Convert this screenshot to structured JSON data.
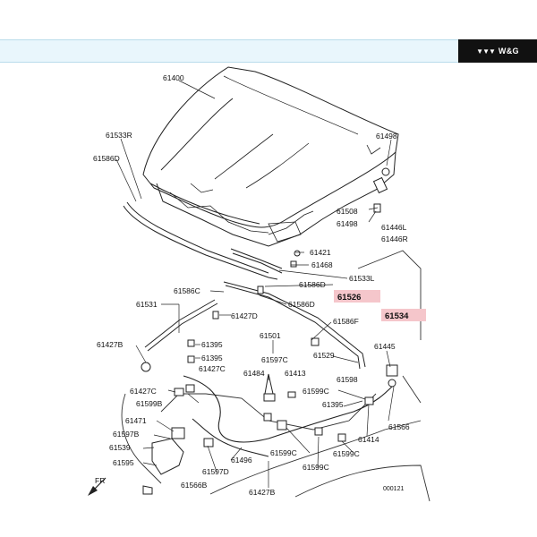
{
  "header": {
    "brand_name": "W&G",
    "brand_mark_icon": "triple-chevron-logo"
  },
  "diagram": {
    "callouts": {
      "hood": "61400",
      "c61533R": "61533R",
      "c61586D_left": "61586D",
      "c61498_top": "61498",
      "c61508": "61508",
      "c61498_low": "61498",
      "c61446L": "61446L",
      "c61446R": "61446R",
      "c61421": "61421",
      "c61468": "61468",
      "c61533L": "61533L",
      "c61586D_right": "61586D",
      "c61526": "61526",
      "c61586D_mid": "61586D",
      "c61586C": "61586C",
      "c61531": "61531",
      "c61427D": "61427D",
      "c61586F": "61586F",
      "c61534": "61534",
      "c61427B_left": "61427B",
      "c61395_a": "61395",
      "c61395_b": "61395",
      "c61501": "61501",
      "c61529": "61529",
      "c61445": "61445",
      "c61427C_a": "61427C",
      "c61484": "61484",
      "c61597C_top": "61597C",
      "c61413": "61413",
      "c61598": "61598",
      "c61427C_b": "61427C",
      "c61599C_a": "61599C",
      "c61599B": "61599B",
      "c61395_c": "61395",
      "c61566": "61566",
      "c61471": "61471",
      "c61597B": "61597B",
      "c61414": "61414",
      "c61539": "61539",
      "c61496": "61496",
      "c61599C_b": "61599C",
      "c61599C_c": "61599C",
      "c61595": "61595",
      "c61597D": "61597D",
      "c61599C_d": "61599C",
      "c61566B": "61566B",
      "c61427B_bottom": "61427B",
      "fr": "FR",
      "code": "000121"
    },
    "highlight_color": "#f5c6cb",
    "highlighted_parts": [
      "61526",
      "61534"
    ]
  }
}
